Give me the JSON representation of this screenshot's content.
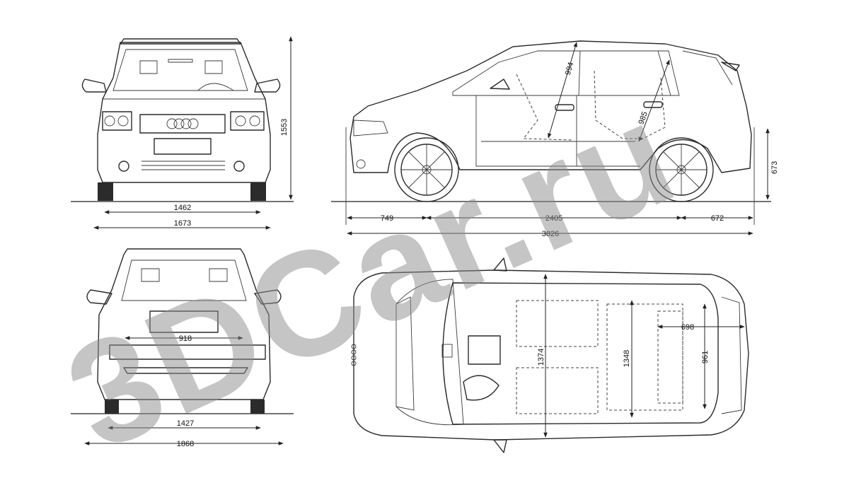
{
  "watermark": "3DCar.ru",
  "dimensions": {
    "front_track": "1462",
    "front_width": "1673",
    "height": "1553",
    "front_overhang": "749",
    "wheelbase": "2405",
    "rear_overhang": "672",
    "length": "3826",
    "ground_to_sill": "673",
    "rear_glass_width": "918",
    "rear_track": "1427",
    "width_with_mirrors": "1868",
    "front_headroom": "994",
    "rear_headroom": "985",
    "front_interior_width": "1374",
    "rear_interior_width": "1348",
    "trunk_length": "698",
    "trunk_width": "961"
  },
  "colors": {
    "line": "#2a2a2a",
    "watermark": "#8c8c8c"
  }
}
